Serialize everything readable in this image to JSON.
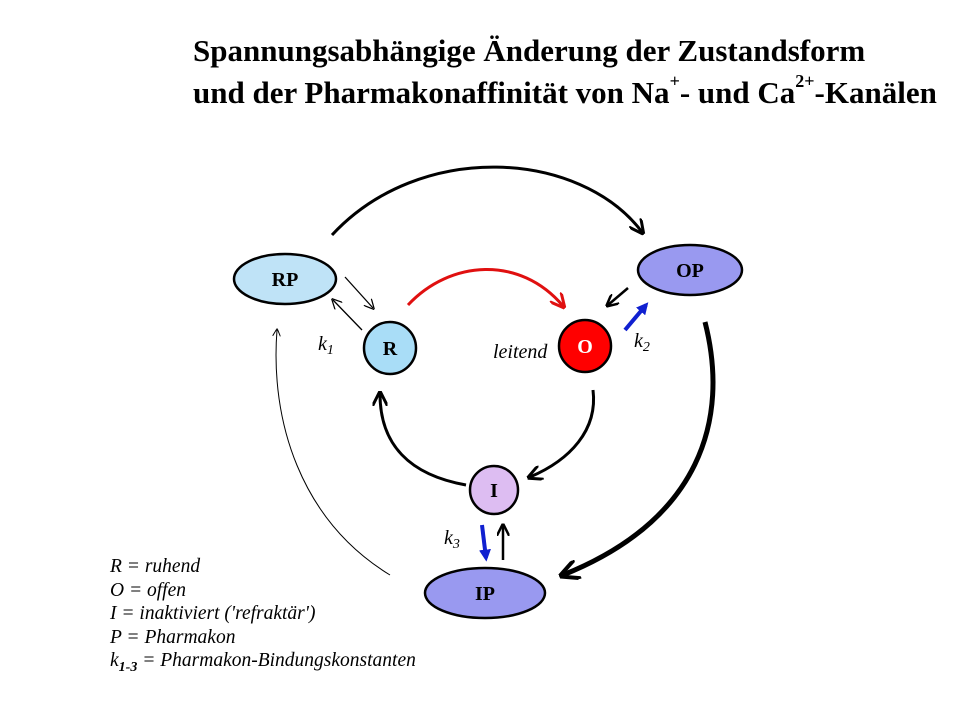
{
  "title": {
    "line1": "Spannungsabhängige Änderung der Zustandsform",
    "line2_a": "und der Pharmakonaffinität von Na",
    "line2_sup1": "+",
    "line2_b": "- und Ca",
    "line2_sup2": "2+",
    "line2_c": "-Kanälen"
  },
  "nodes": {
    "RP": "RP",
    "OP": "OP",
    "R": "R",
    "O": "O",
    "I": "I",
    "IP": "IP"
  },
  "labels": {
    "leitend": "leitend",
    "k1": "k",
    "k1_sub": "1",
    "k2": "k",
    "k2_sub": "2",
    "k3": "k",
    "k3_sub": "3"
  },
  "legend": {
    "line1": "R = ruhend",
    "line2": "O = offen",
    "line3": "I  = inaktiviert ('refraktär')",
    "line4": "P = Pharmakon",
    "line5_k": "k",
    "line5_sub": "1-3",
    "line5_rest": " = Pharmakon-Bindungskonstanten"
  },
  "colors": {
    "RP": "#bfe3f7",
    "OP": "#9999f0",
    "R": "#a9ddf7",
    "O": "#ff0000",
    "I": "#ddbdf2",
    "IP": "#9999f0",
    "red_arrow": "#e01010",
    "blue_arrow": "#1020d0"
  }
}
